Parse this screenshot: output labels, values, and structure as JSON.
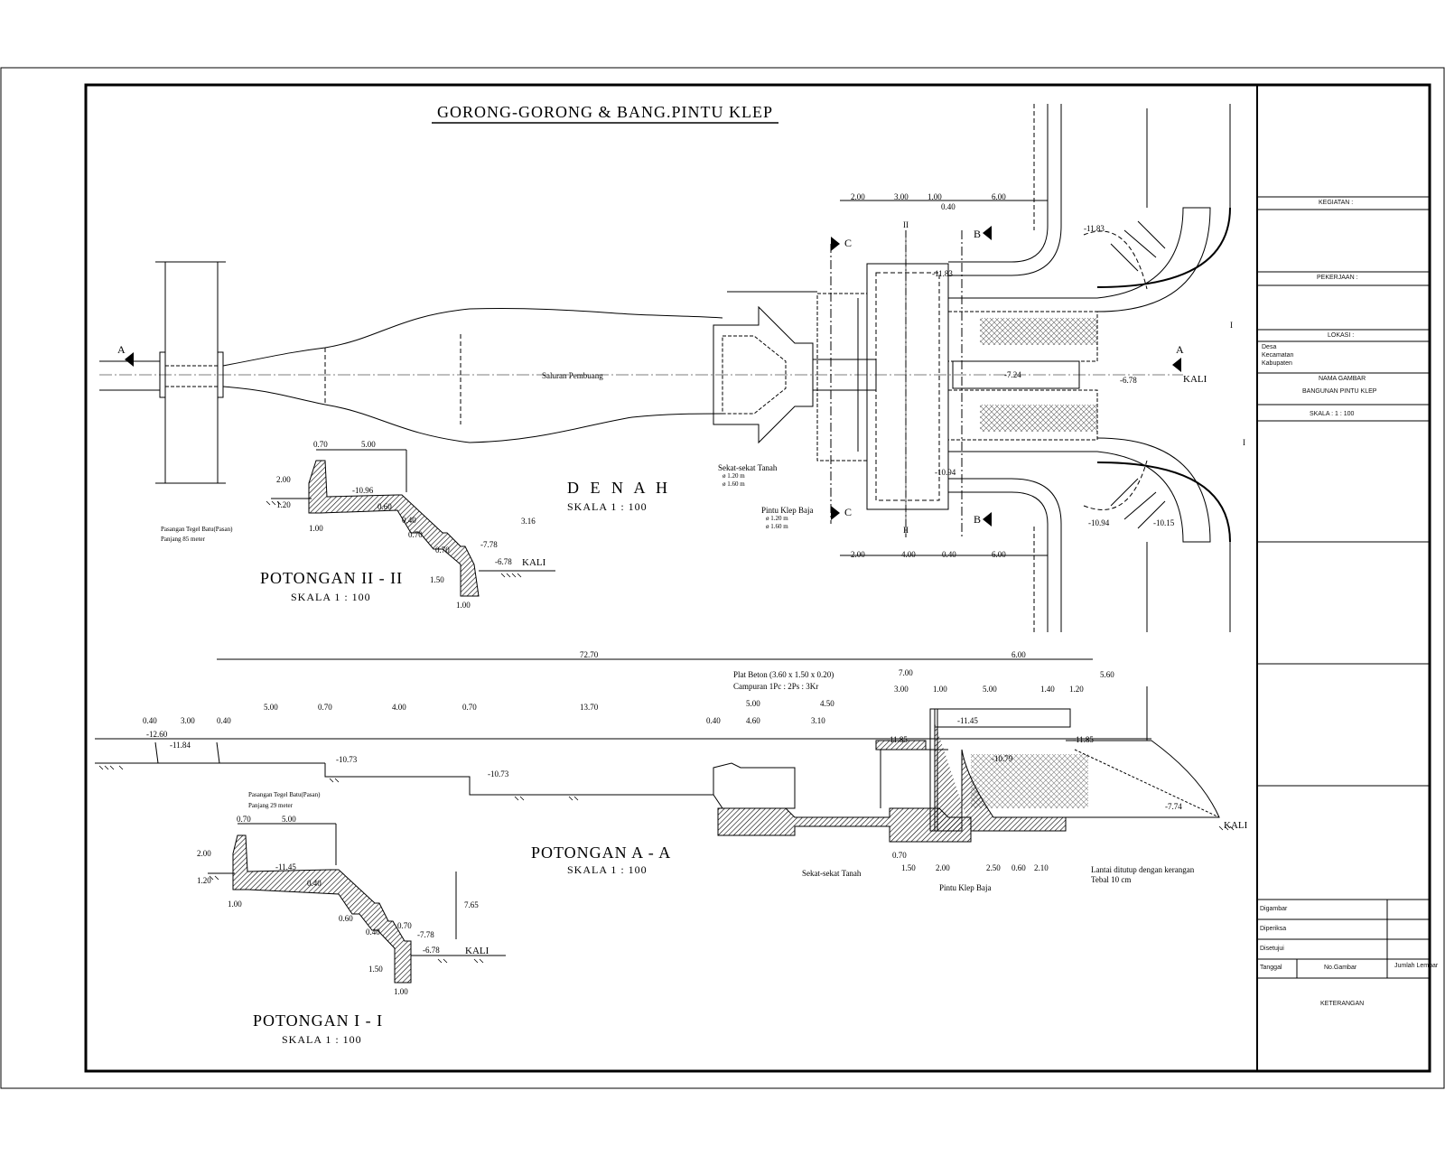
{
  "drawing": {
    "main_title": "GORONG-GORONG & BANG.PINTU KLEP",
    "views": {
      "denah": {
        "title": "D E N A H",
        "scale": "SKALA 1 : 100"
      },
      "potongan_2": {
        "title": "POTONGAN  II - II",
        "scale": "SKALA 1 : 100"
      },
      "potongan_aa": {
        "title": "POTONGAN  A - A",
        "scale": "SKALA 1 : 100"
      },
      "potongan_1": {
        "title": "POTONGAN  I - I",
        "scale": "SKALA 1 : 100"
      }
    },
    "plan_dims_top": [
      "2.00",
      "3.00",
      "1.00",
      "6.00",
      "0.40"
    ],
    "plan_dims_bottom": [
      "2.00",
      "4.00",
      "0.40",
      "6.00"
    ],
    "plan_labels": {
      "saluran": "Saluran Pembuang",
      "kali": "KALI",
      "sekat": "Sekat-sekat Tanah",
      "pintu": "Pintu Klep Baja",
      "sekat_sizes": [
        "ø 1.20 m",
        "ø 1.60 m"
      ],
      "pintu_sizes": [
        "ø 1.20 m",
        "ø 1.60 m"
      ],
      "elev_plan": [
        "-11.83",
        "-10.94",
        "-7.24",
        "-6.78",
        "-10.94",
        "-10.15",
        "-11.83"
      ],
      "section_markers": [
        "A",
        "A",
        "B",
        "B",
        "C",
        "C",
        "II",
        "II",
        "I",
        "I"
      ]
    },
    "section_2": {
      "dims": [
        "0.70",
        "5.00",
        "2.00",
        "1.20",
        "1.00",
        "0.60",
        "0.40",
        "0.70",
        "0.70",
        "1.50",
        "1.00",
        "3.16"
      ],
      "elev": [
        "-10.96",
        "-7.78",
        "-6.78"
      ],
      "kali": "KALI",
      "note1": "Pasangan Tegel Batu(Pasan)",
      "note2": "Panjang   85 meter"
    },
    "section_aa": {
      "total": "72.70",
      "dims_top": [
        "6.00",
        "5.60",
        "7.00",
        "3.00",
        "1.00",
        "5.00",
        "1.40",
        "1.20"
      ],
      "dims_mid": [
        "5.00",
        "0.70",
        "4.00",
        "0.70",
        "13.70",
        "5.00",
        "4.60",
        "3.10",
        "4.50",
        "0.40",
        "0.40",
        "3.00",
        "0.40"
      ],
      "elev": [
        "-11.85",
        "-11.85",
        "-10.79",
        "-12.60",
        "-11.84",
        "-10.73",
        "-10.73",
        "-7.74",
        "-11.45"
      ],
      "kali": "KALI",
      "note_plat": "Plat Beton (3.60 x 1.50 x 0.20)",
      "note_cam": "Campuran 1Pc : 2Ps : 3Kr",
      "note_sekat": "Sekat-sekat Tanah",
      "note_pintu": "Pintu Klep Baja",
      "note_lantai": "Lantai ditutup dengan kerangan",
      "note_tebal": "Tebal 10 cm",
      "bottom_dims": [
        "0.70",
        "1.50",
        "2.00",
        "2.50",
        "0.60",
        "2.10"
      ]
    },
    "section_1": {
      "dims": [
        "0.70",
        "5.00",
        "2.00",
        "1.20",
        "1.00",
        "0.40",
        "0.60",
        "0.40",
        "0.70",
        "1.50",
        "1.00",
        "7.65"
      ],
      "elev": [
        "-11.45",
        "-7.78",
        "-6.78"
      ],
      "kali": "KALI",
      "note1": "Pasangan Tegel Batu(Pasan)",
      "note2": "Panjang   29 meter"
    }
  },
  "title_block": {
    "kegiatan": "KEGIATAN :",
    "pekerjaan": "PEKERJAAN :",
    "lokasi": "LOKASI :",
    "lokasi_lines": [
      "Desa",
      "Kecamatan",
      "Kabupaten"
    ],
    "nama_gambar": "NAMA GAMBAR",
    "gambar": "BANGUNAN PINTU KLEP",
    "skala": "SKALA  :  1 : 100",
    "rows": [
      "Digambar",
      "Diperiksa",
      "Disetujui"
    ],
    "footer_cols": [
      "Tanggal",
      "No.Gambar",
      "Jumlah Lembar"
    ],
    "keterangan": "KETERANGAN"
  }
}
